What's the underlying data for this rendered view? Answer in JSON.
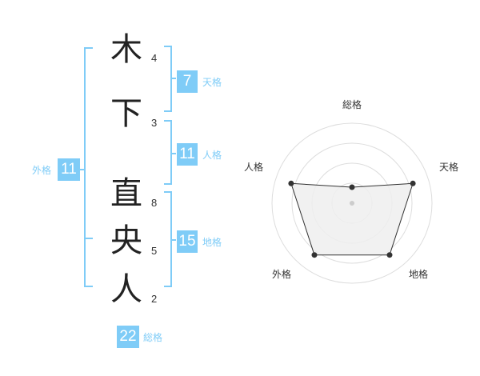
{
  "name": {
    "characters": [
      {
        "char": "木",
        "strokes": "4"
      },
      {
        "char": "下",
        "strokes": "3"
      },
      {
        "char": "直",
        "strokes": "8"
      },
      {
        "char": "央",
        "strokes": "5"
      },
      {
        "char": "人",
        "strokes": "2"
      }
    ]
  },
  "fortune": {
    "tenkaku": {
      "label": "天格",
      "value": "7"
    },
    "jinkaku": {
      "label": "人格",
      "value": "11"
    },
    "chikaku": {
      "label": "地格",
      "value": "15"
    },
    "gaikaku": {
      "label": "外格",
      "value": "11"
    },
    "soukaku": {
      "label": "総格",
      "value": "22"
    }
  },
  "colors": {
    "accent": "#7fccf7",
    "bracket": "#7fccf7",
    "label_text": "#7fccf7",
    "radar_fill": "#efefef",
    "radar_line": "#333333"
  },
  "chart_data": {
    "type": "radar",
    "axes": [
      "総格",
      "天格",
      "地格",
      "外格",
      "人格"
    ],
    "values": [
      1,
      4,
      4,
      4,
      4
    ],
    "rmax": 5,
    "rings": 4
  }
}
